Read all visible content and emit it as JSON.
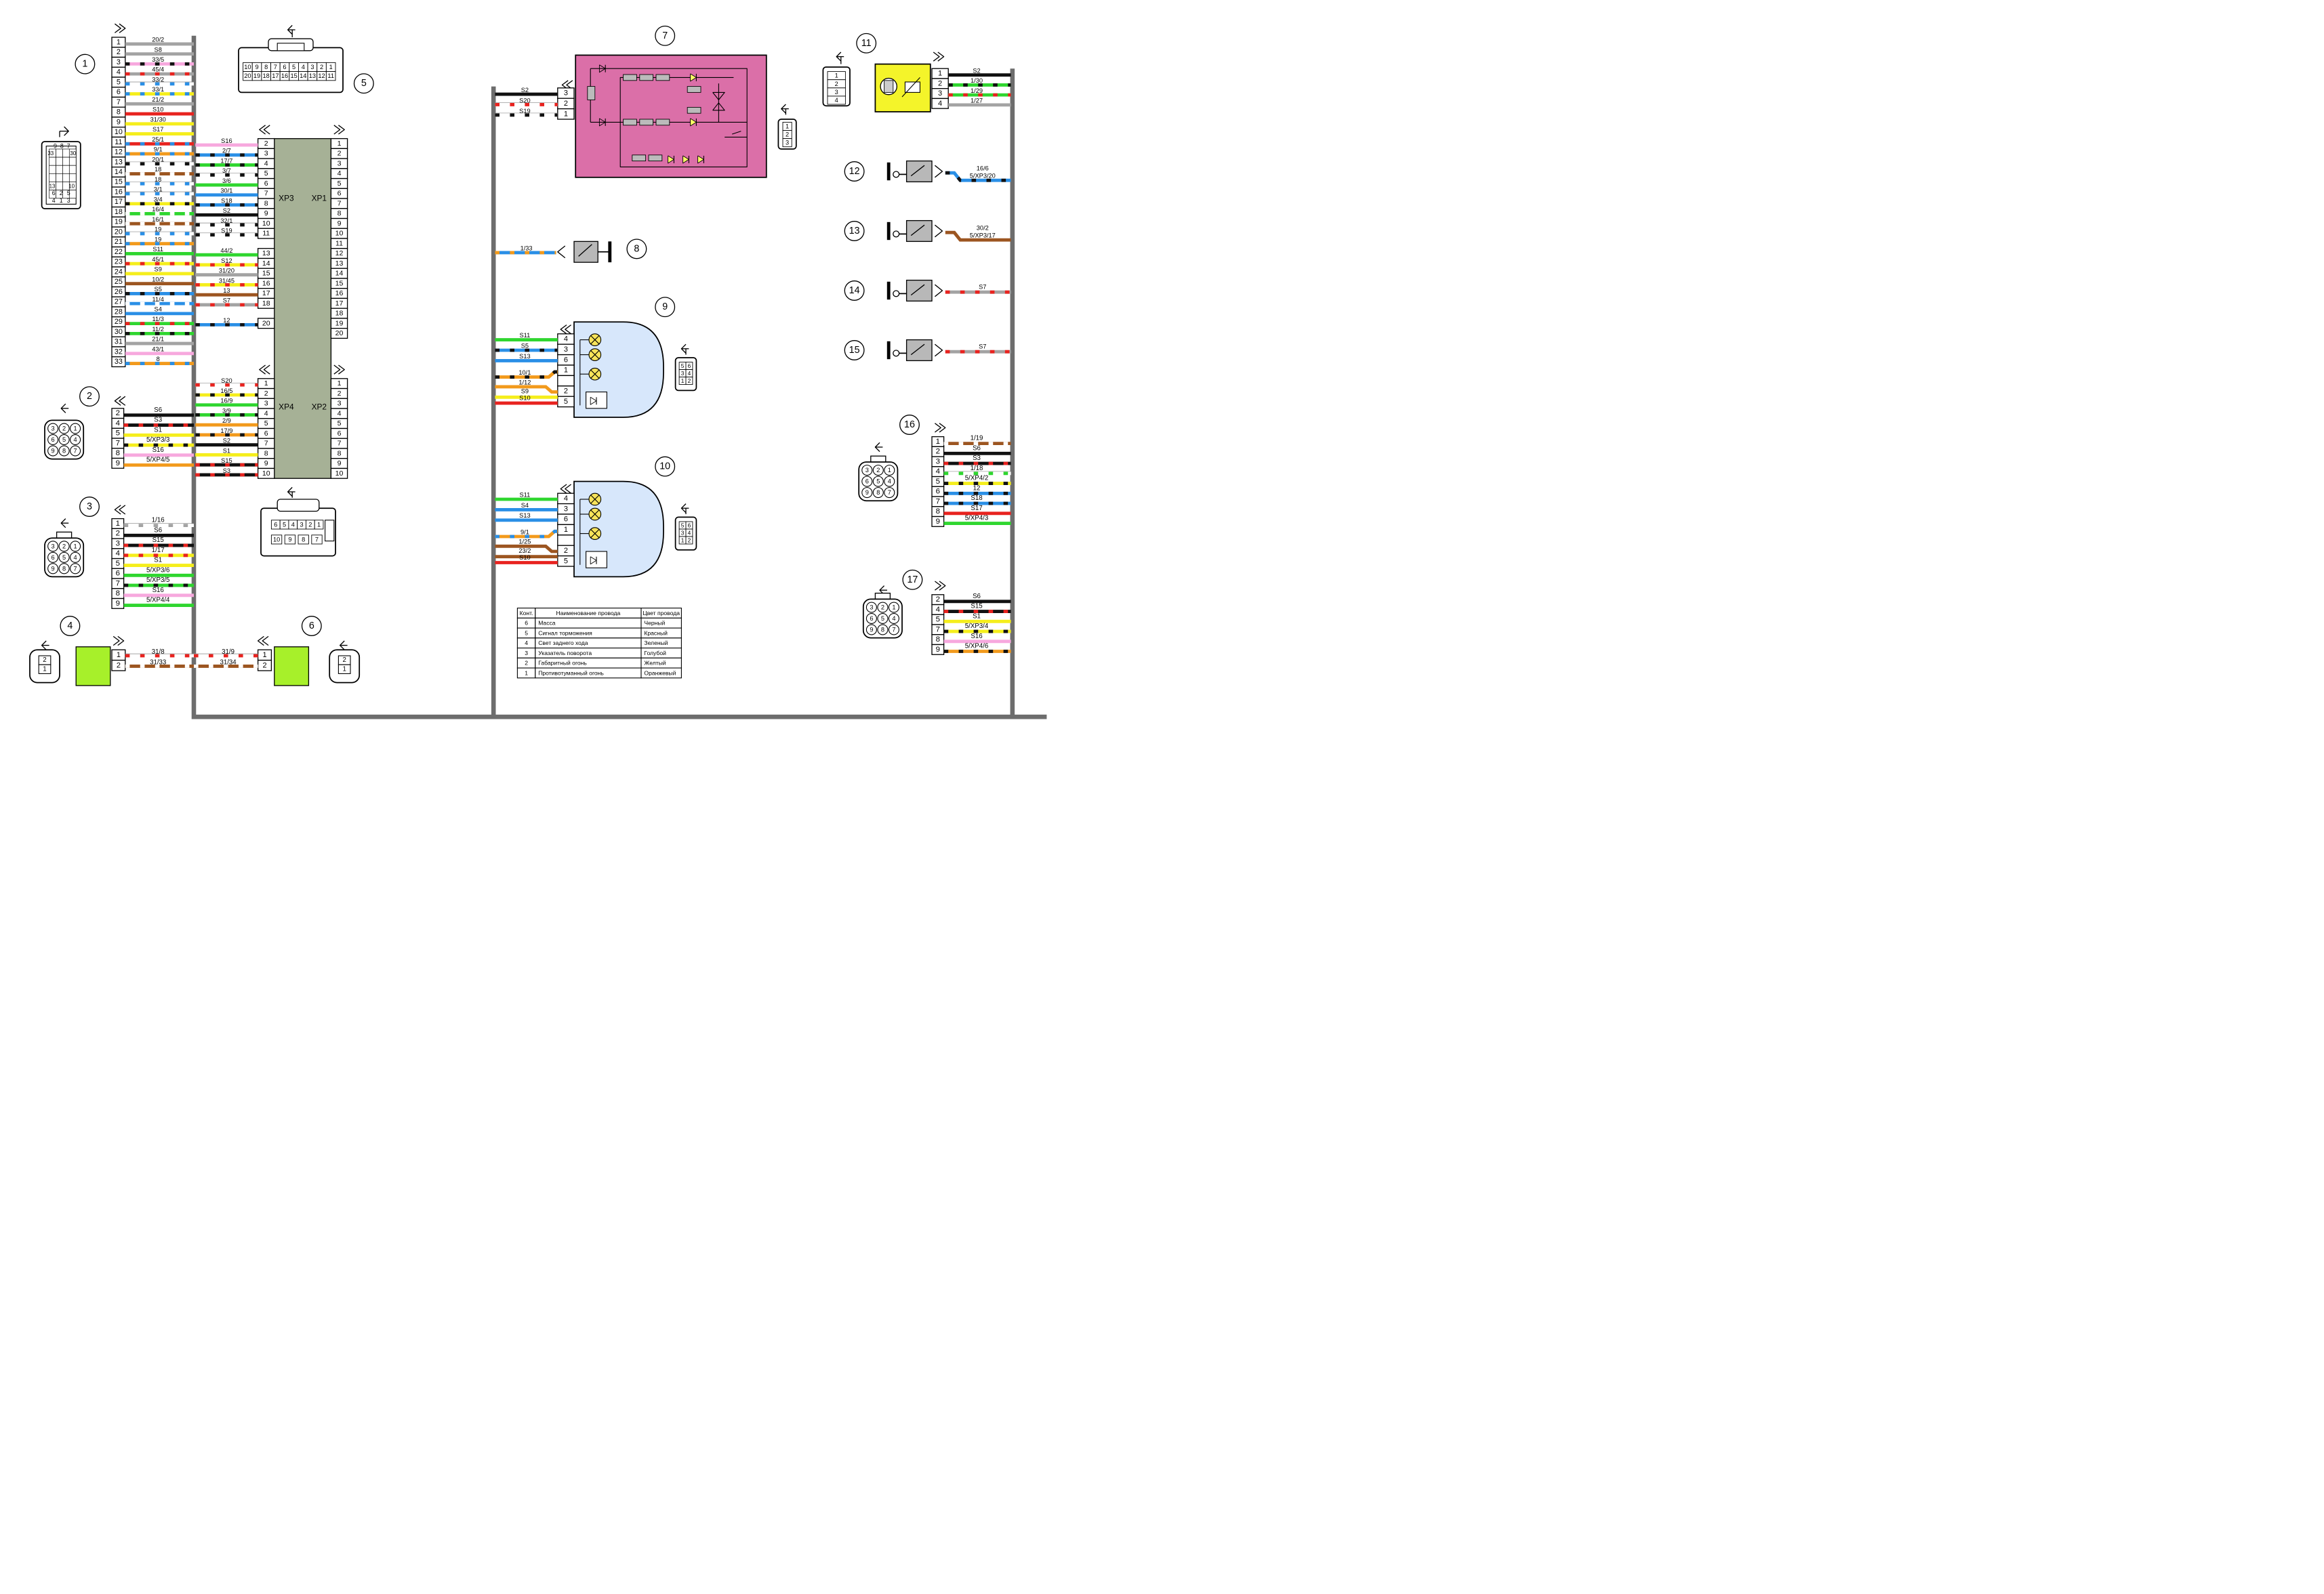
{
  "circle_labels": [
    "1",
    "2",
    "3",
    "4",
    "5",
    "6",
    "7",
    "8",
    "9",
    "10",
    "11",
    "12",
    "13",
    "14",
    "15",
    "16",
    "17"
  ],
  "colors": {
    "B": "#111111",
    "R": "#e8231f",
    "G": "#2fd62f",
    "L": "#2a8fe6",
    "Y": "#f5ee1c",
    "O": "#f29a1c",
    "P": "#f7a8de",
    "N": "#9c5520",
    "W": "#ffffff",
    "S": "#a3a3a3",
    "rail": "#6d6d6d",
    "block_fill": "#a6b196",
    "module7": "#db6fa8",
    "motor11": "#f4f42a",
    "grn_box": "#a7f02a",
    "lamp_fill": "#d7e7fb"
  },
  "c1_wires": [
    {
      "pin": "1",
      "label": "20/2",
      "c": "S",
      "s": "RL"
    },
    {
      "pin": "2",
      "label": "S8",
      "c": "S",
      "s": ""
    },
    {
      "pin": "3",
      "label": "33/5",
      "c": "P",
      "s": "B"
    },
    {
      "pin": "4",
      "label": "45/4",
      "c": "S",
      "s": "R"
    },
    {
      "pin": "5",
      "label": "33/2",
      "c": "W",
      "s": "L"
    },
    {
      "pin": "6",
      "label": "33/1",
      "c": "Y",
      "s": "L"
    },
    {
      "pin": "7",
      "label": "21/2",
      "c": "S",
      "s": ""
    },
    {
      "pin": "8",
      "label": "S10",
      "c": "R",
      "s": ""
    },
    {
      "pin": "9",
      "label": "31/30",
      "c": "Y",
      "s": ""
    },
    {
      "pin": "10",
      "label": "S17",
      "c": "Y",
      "s": ""
    },
    {
      "pin": "11",
      "label": "25/1",
      "c": "R",
      "s": "L"
    },
    {
      "pin": "12",
      "label": "9/1",
      "c": "O",
      "s": "L"
    },
    {
      "pin": "13",
      "label": "20/1",
      "c": "W",
      "s": "B"
    },
    {
      "pin": "14",
      "label": "18",
      "c": "N",
      "s": "W"
    },
    {
      "pin": "15",
      "label": "18",
      "c": "W",
      "s": "L"
    },
    {
      "pin": "16",
      "label": "3/1",
      "c": "W",
      "s": "L"
    },
    {
      "pin": "17",
      "label": "3/4",
      "c": "Y",
      "s": "B"
    },
    {
      "pin": "18",
      "label": "16/4",
      "c": "G",
      "s": "W"
    },
    {
      "pin": "19",
      "label": "16/1",
      "c": "N",
      "s": "W"
    },
    {
      "pin": "20",
      "label": "19",
      "c": "W",
      "s": "L"
    },
    {
      "pin": "21",
      "label": "19",
      "c": "O",
      "s": "L"
    },
    {
      "pin": "22",
      "label": "S11",
      "c": "G",
      "s": ""
    },
    {
      "pin": "23",
      "label": "45/1",
      "c": "Y",
      "s": "R"
    },
    {
      "pin": "24",
      "label": "S9",
      "c": "Y",
      "s": ""
    },
    {
      "pin": "25",
      "label": "10/2",
      "c": "N",
      "s": ""
    },
    {
      "pin": "26",
      "label": "S5",
      "c": "L",
      "s": "B"
    },
    {
      "pin": "27",
      "label": "11/4",
      "c": "L",
      "s": "W"
    },
    {
      "pin": "28",
      "label": "S4",
      "c": "L",
      "s": ""
    },
    {
      "pin": "29",
      "label": "11/3",
      "c": "G",
      "s": "R"
    },
    {
      "pin": "30",
      "label": "11/2",
      "c": "G",
      "s": "B"
    },
    {
      "pin": "31",
      "label": "21/1",
      "c": "S",
      "s": ""
    },
    {
      "pin": "32",
      "label": "43/1",
      "c": "P",
      "s": ""
    },
    {
      "pin": "33",
      "label": "8",
      "c": "O",
      "s": "L"
    }
  ],
  "c2_wires": [
    {
      "pin": "2",
      "label": "S6",
      "c": "B",
      "s": ""
    },
    {
      "pin": "4",
      "label": "S3",
      "c": "B",
      "s": "R"
    },
    {
      "pin": "5",
      "label": "S1",
      "c": "Y",
      "s": ""
    },
    {
      "pin": "7",
      "label": "5/XP3/3",
      "c": "Y",
      "s": "B"
    },
    {
      "pin": "8",
      "label": "S16",
      "c": "P",
      "s": ""
    },
    {
      "pin": "9",
      "label": "5/XP4/5",
      "c": "O",
      "s": ""
    }
  ],
  "c3_wires": [
    {
      "pin": "1",
      "label": "1/16",
      "c": "W",
      "s": "S"
    },
    {
      "pin": "2",
      "label": "S6",
      "c": "B",
      "s": ""
    },
    {
      "pin": "3",
      "label": "S15",
      "c": "B",
      "s": "R"
    },
    {
      "pin": "4",
      "label": "1/17",
      "c": "Y",
      "s": "R"
    },
    {
      "pin": "5",
      "label": "S1",
      "c": "Y",
      "s": ""
    },
    {
      "pin": "6",
      "label": "5/XP3/6",
      "c": "G",
      "s": ""
    },
    {
      "pin": "7",
      "label": "5/XP3/5",
      "c": "G",
      "s": "B"
    },
    {
      "pin": "8",
      "label": "S16",
      "c": "P",
      "s": ""
    },
    {
      "pin": "9",
      "label": "5/XP4/4",
      "c": "G",
      "s": ""
    }
  ],
  "c4_wires": [
    {
      "pin": "1",
      "label": "31/8",
      "c": "W",
      "s": "R"
    },
    {
      "pin": "2",
      "label": "31/33",
      "c": "N",
      "s": "W"
    }
  ],
  "c6_wires": [
    {
      "pin": "1",
      "label": "31/9",
      "c": "W",
      "s": "R"
    },
    {
      "pin": "2",
      "label": "31/34",
      "c": "N",
      "s": "W"
    }
  ],
  "xp3_wires": [
    {
      "pin": "2",
      "label": "S16",
      "c": "P",
      "s": ""
    },
    {
      "pin": "3",
      "label": "2/7",
      "c": "L",
      "s": "B"
    },
    {
      "pin": "4",
      "label": "17/7",
      "c": "G",
      "s": "B"
    },
    {
      "pin": "5",
      "label": "3/7",
      "c": "W",
      "s": "B"
    },
    {
      "pin": "6",
      "label": "3/6",
      "c": "G",
      "s": ""
    },
    {
      "pin": "7",
      "label": "30/1",
      "c": "L",
      "s": ""
    },
    {
      "pin": "8",
      "label": "S18",
      "c": "L",
      "s": "B"
    },
    {
      "pin": "9",
      "label": "S2",
      "c": "B",
      "s": ""
    },
    {
      "pin": "10",
      "label": "32/1",
      "c": "W",
      "s": "B"
    },
    {
      "pin": "11",
      "label": "S19",
      "c": "W",
      "s": "B"
    },
    {
      "pin": "13",
      "label": "44/2",
      "c": "G",
      "s": ""
    },
    {
      "pin": "14",
      "label": "S12",
      "c": "Y",
      "s": "R"
    },
    {
      "pin": "15",
      "label": "31/20",
      "c": "S",
      "s": ""
    },
    {
      "pin": "16",
      "label": "31/45",
      "c": "Y",
      "s": "R"
    },
    {
      "pin": "17",
      "label": "13",
      "c": "N",
      "s": ""
    },
    {
      "pin": "18",
      "label": "S7",
      "c": "S",
      "s": "R"
    },
    {
      "pin": "20",
      "label": "12",
      "c": "L",
      "s": "B"
    }
  ],
  "xp4_wires": [
    {
      "pin": "1",
      "label": "S20",
      "c": "W",
      "s": "R"
    },
    {
      "pin": "2",
      "label": "16/5",
      "c": "Y",
      "s": "B"
    },
    {
      "pin": "3",
      "label": "16/9",
      "c": "G",
      "s": ""
    },
    {
      "pin": "4",
      "label": "3/9",
      "c": "G",
      "s": "B"
    },
    {
      "pin": "5",
      "label": "2/9",
      "c": "O",
      "s": ""
    },
    {
      "pin": "6",
      "label": "17/9",
      "c": "O",
      "s": "B"
    },
    {
      "pin": "7",
      "label": "S2",
      "c": "B",
      "s": ""
    },
    {
      "pin": "8",
      "label": "S1",
      "c": "Y",
      "s": ""
    },
    {
      "pin": "9",
      "label": "S15",
      "c": "B",
      "s": "R"
    },
    {
      "pin": "10",
      "label": "S3",
      "c": "B",
      "s": "R"
    }
  ],
  "xp1_pins": [
    "1",
    "2",
    "3",
    "4",
    "5",
    "6",
    "7",
    "8",
    "9",
    "10",
    "11",
    "12",
    "13",
    "14",
    "15",
    "16",
    "17",
    "18",
    "19",
    "20"
  ],
  "xp2_pins": [
    "1",
    "2",
    "3",
    "4",
    "5",
    "6",
    "7",
    "8",
    "9",
    "10"
  ],
  "block_labels": {
    "xp3": "XP3",
    "xp1": "XP1",
    "xp4": "XP4",
    "xp2": "XP2"
  },
  "c5_pins_top": [
    "10",
    "9",
    "8",
    "7",
    "6",
    "5",
    "4",
    "3",
    "2",
    "1"
  ],
  "c5_pins_bottom": [
    "20",
    "19",
    "18",
    "17",
    "16",
    "15",
    "14",
    "13",
    "12",
    "11"
  ],
  "c6_face_top": [
    "6",
    "5",
    "4",
    "3",
    "2",
    "1"
  ],
  "c6_face_bottom": [
    "10",
    "9",
    "8",
    "7"
  ],
  "c1_face": {
    "top": [
      "9",
      "8",
      "7"
    ],
    "row2": [
      "33",
      "30"
    ],
    "row3": [
      "13",
      "10"
    ],
    "row4": [
      "6",
      "2",
      "5"
    ],
    "row5": [
      "4",
      "1",
      "3"
    ]
  },
  "face9": {
    "row1": [
      "3",
      "2",
      "1"
    ],
    "row2": [
      "6",
      "5",
      "4"
    ],
    "row3": [
      "9",
      "8",
      "7"
    ]
  },
  "c7_wires": [
    {
      "pin": "3",
      "label": "S2",
      "c": "B",
      "s": ""
    },
    {
      "pin": "2",
      "label": "S20",
      "c": "W",
      "s": "R"
    },
    {
      "pin": "1",
      "label": "S19",
      "c": "W",
      "s": "B"
    }
  ],
  "c7_face": [
    "1",
    "2",
    "3"
  ],
  "c8_wire": {
    "label": "1/33",
    "c": "L",
    "s": "O"
  },
  "c9_wires": [
    {
      "pin": "4",
      "label": "S11",
      "c": "G",
      "s": ""
    },
    {
      "pin": "3",
      "label": "S5",
      "c": "L",
      "s": "B"
    },
    {
      "pin": "6",
      "label": "S13",
      "c": "L",
      "s": ""
    },
    {
      "pin": "1",
      "label": "10/1",
      "c": "O",
      "s": "B"
    },
    {
      "pin": "",
      "label": "1/12",
      "c": "O",
      "s": ""
    },
    {
      "pin": "2",
      "label": "S9",
      "c": "Y",
      "s": ""
    },
    {
      "pin": "5",
      "label": "S10",
      "c": "R",
      "s": ""
    }
  ],
  "c10_wires": [
    {
      "pin": "4",
      "label": "S11",
      "c": "G",
      "s": ""
    },
    {
      "pin": "3",
      "label": "S4",
      "c": "L",
      "s": ""
    },
    {
      "pin": "6",
      "label": "S13",
      "c": "L",
      "s": ""
    },
    {
      "pin": "1",
      "label": "9/1",
      "c": "O",
      "s": "L"
    },
    {
      "pin": "",
      "label": "1/25",
      "c": "N",
      "s": ""
    },
    {
      "pin": "2",
      "label": "23/2",
      "c": "N",
      "s": ""
    },
    {
      "pin": "5",
      "label": "S10",
      "c": "R",
      "s": ""
    }
  ],
  "face6": {
    "row1": [
      "5",
      "6"
    ],
    "row2": [
      "3",
      "4"
    ],
    "row3": [
      "1",
      "2"
    ]
  },
  "c11_wires": [
    {
      "pin": "1",
      "label": "S2",
      "c": "B",
      "s": ""
    },
    {
      "pin": "2",
      "label": "1/30",
      "c": "G",
      "s": "B"
    },
    {
      "pin": "3",
      "label": "1/29",
      "c": "G",
      "s": "R"
    },
    {
      "pin": "4",
      "label": "1/27",
      "c": "S",
      "s": ""
    }
  ],
  "c11_face": [
    "1",
    "2",
    "3",
    "4"
  ],
  "switches": [
    {
      "num": "12",
      "labels": [
        "16/6",
        "5/XP3/20"
      ],
      "c": "L",
      "s": "B"
    },
    {
      "num": "13",
      "labels": [
        "30/2",
        "5/XP3/17"
      ],
      "c": "N",
      "s": ""
    },
    {
      "num": "14",
      "labels": [
        "S7"
      ],
      "c": "S",
      "s": "R"
    },
    {
      "num": "15",
      "labels": [
        "S7"
      ],
      "c": "S",
      "s": "R"
    }
  ],
  "c16_wires": [
    {
      "pin": "1",
      "label": "1/19",
      "c": "N",
      "s": "W"
    },
    {
      "pin": "2",
      "label": "S6",
      "c": "B",
      "s": ""
    },
    {
      "pin": "3",
      "label": "S3",
      "c": "B",
      "s": "R"
    },
    {
      "pin": "4",
      "label": "1/18",
      "c": "W",
      "s": "G"
    },
    {
      "pin": "5",
      "label": "5/XP4/2",
      "c": "Y",
      "s": "B"
    },
    {
      "pin": "6",
      "label": "12",
      "c": "L",
      "s": "B"
    },
    {
      "pin": "7",
      "label": "S18",
      "c": "L",
      "s": "B"
    },
    {
      "pin": "8",
      "label": "S17",
      "c": "R",
      "s": ""
    },
    {
      "pin": "9",
      "label": "5/XP4/3",
      "c": "G",
      "s": ""
    }
  ],
  "c17_wires": [
    {
      "pin": "2",
      "label": "S6",
      "c": "B",
      "s": ""
    },
    {
      "pin": "4",
      "label": "S15",
      "c": "B",
      "s": "R"
    },
    {
      "pin": "5",
      "label": "S1",
      "c": "Y",
      "s": ""
    },
    {
      "pin": "7",
      "label": "5/XP3/4",
      "c": "Y",
      "s": "B"
    },
    {
      "pin": "8",
      "label": "S16",
      "c": "P",
      "s": ""
    },
    {
      "pin": "9",
      "label": "5/XP4/6",
      "c": "O",
      "s": "B"
    }
  ],
  "legend": {
    "headers": [
      "Конт.",
      "Наименование провода",
      "Цвет провода"
    ],
    "rows": [
      [
        "6",
        "Масса",
        "Черный"
      ],
      [
        "5",
        "Сигнал торможения",
        "Красный"
      ],
      [
        "4",
        "Свет заднего хода",
        "Зеленый"
      ],
      [
        "3",
        "Указатель поворота",
        "Голубой"
      ],
      [
        "2",
        "Габаритный огонь",
        "Желтый"
      ],
      [
        "1",
        "Противотуманный огонь",
        "Оранжевый"
      ]
    ]
  }
}
